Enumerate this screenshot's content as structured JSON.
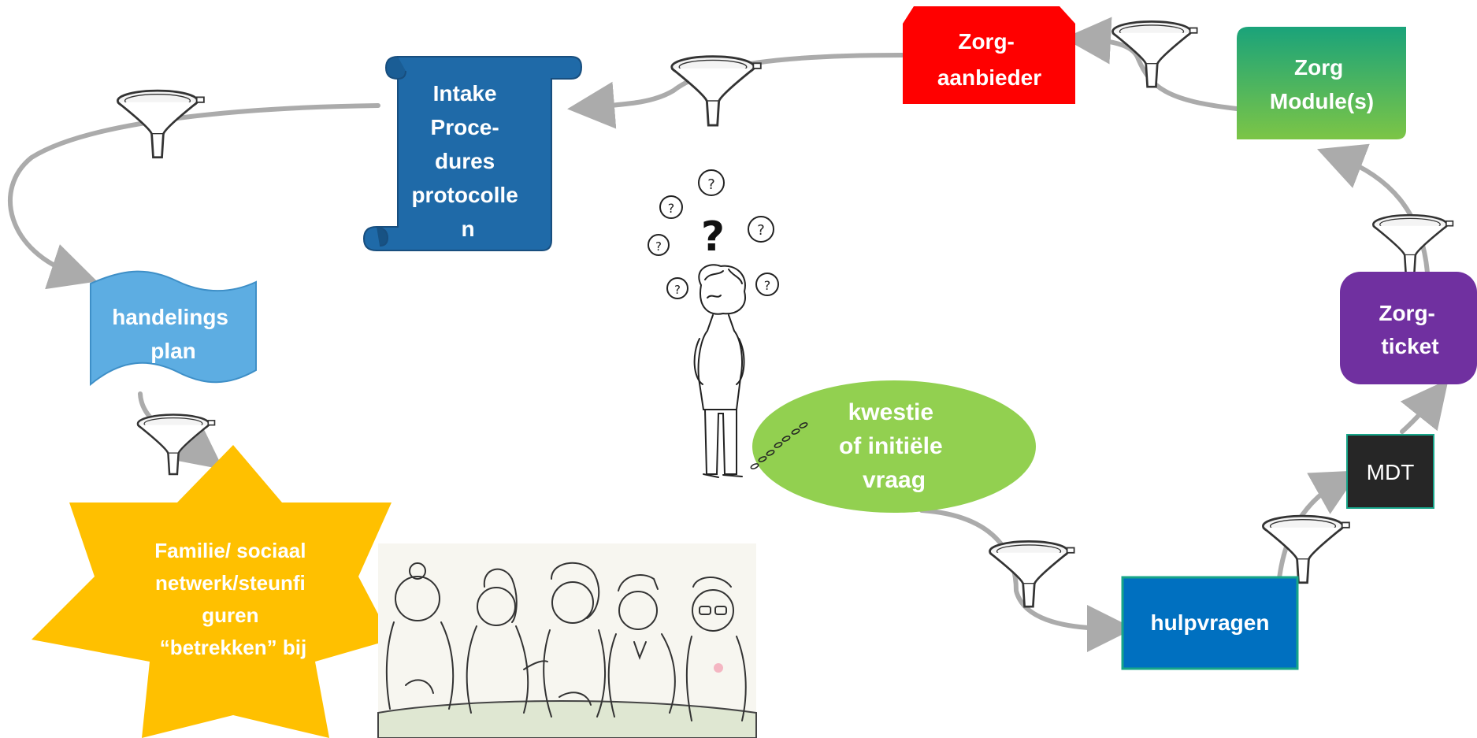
{
  "nodes": {
    "intake": {
      "lines": [
        "Intake",
        "Proce-",
        "dures",
        "protocolle",
        "n"
      ],
      "color": "#1f6aa8"
    },
    "zorgaanbieder": {
      "lines": [
        "Zorg-",
        "aanbieder"
      ],
      "color": "#ff0000"
    },
    "zorgmodules": {
      "lines": [
        "Zorg",
        "Module(s)"
      ],
      "color_top": "#1aa37a",
      "color_bottom": "#7cc546"
    },
    "zorgticket": {
      "lines": [
        "Zorg-",
        "ticket"
      ],
      "color": "#7030a0"
    },
    "mdt": {
      "lines": [
        "MDT"
      ],
      "color": "#262626"
    },
    "hulpvragen": {
      "lines": [
        "hulpvragen"
      ],
      "color": "#0070c0"
    },
    "kwestie": {
      "lines": [
        "kwestie",
        "of initiële",
        "vraag"
      ],
      "color": "#92d050"
    },
    "handelingsplan": {
      "lines": [
        "handelings",
        "plan"
      ],
      "color": "#5dade2"
    },
    "familie": {
      "lines": [
        "Familie/ sociaal",
        "netwerk/steunfi",
        "guren",
        "“betrekken” bij"
      ],
      "color": "#ffc000"
    }
  },
  "thinking_person": {
    "question_marks": [
      "?",
      "?",
      "?",
      "?",
      "?",
      "?",
      "?"
    ]
  },
  "colors": {
    "arrow": "#ababab",
    "funnel_stroke": "#333333",
    "funnel_fill": "#f4f4f4"
  }
}
